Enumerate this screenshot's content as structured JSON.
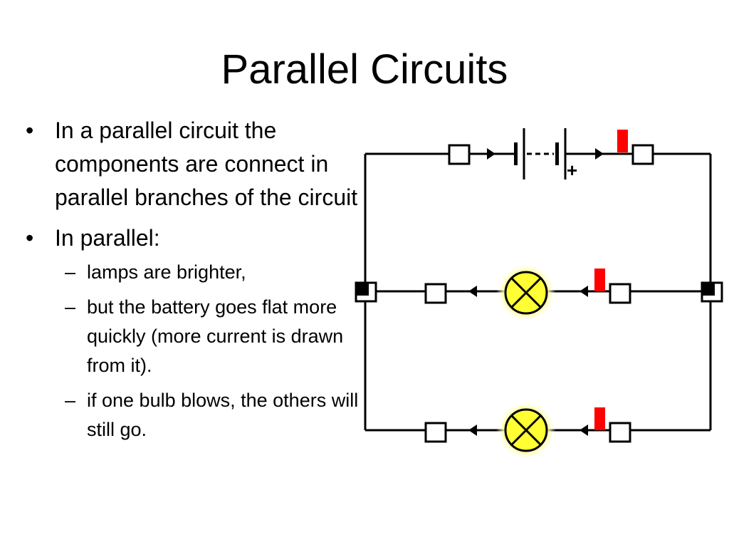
{
  "slide": {
    "title": "Parallel Circuits"
  },
  "bullets": [
    {
      "marker": "•",
      "text": "In a parallel circuit the components are connect in parallel branches of the circuit",
      "sub": []
    },
    {
      "marker": "•",
      "text": "In parallel:",
      "sub": [
        {
          "marker": "–",
          "text": "lamps are brighter,"
        },
        {
          "marker": "–",
          "text": "but the battery goes flat more quickly (more current is drawn from it)."
        },
        {
          "marker": "–",
          "text": "if one bulb blows, the others will still go."
        }
      ]
    }
  ],
  "diagram": {
    "battery_plus": "+",
    "colors": {
      "wire": "#000000",
      "lamp_glow": "#ffff99",
      "lamp_fill": "#ffff33",
      "switch_marker": "#ff0000"
    },
    "icons": [
      "battery-icon",
      "lamp-icon",
      "terminal-box-icon",
      "current-arrow-icon",
      "switch-marker-icon",
      "junction-node-icon"
    ]
  }
}
